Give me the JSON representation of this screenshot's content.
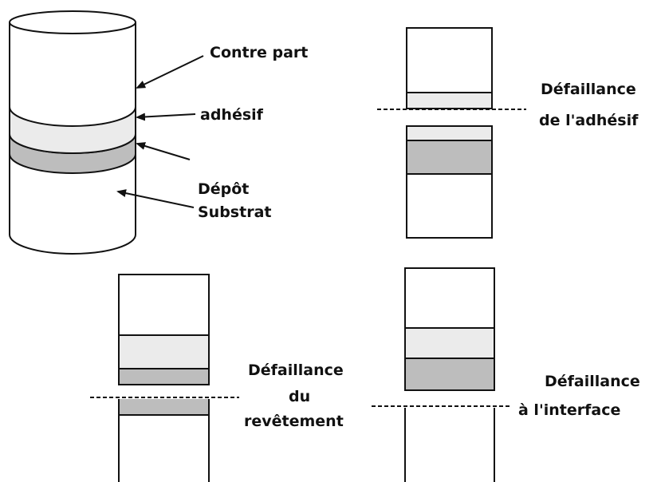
{
  "labels": {
    "contre_part": "Contre part",
    "adhesif": "adhésif",
    "depot": "Dépôt",
    "substrat": "Substrat",
    "adhesive_failure_1": "Défaillance",
    "adhesive_failure_2": "de l'adhésif",
    "coating_failure_1": "Défaillance",
    "coating_failure_2": "du",
    "coating_failure_3": "revêtement",
    "interface_failure_1": "Défaillance",
    "interface_failure_2": "à l'interface"
  },
  "colors": {
    "adhesive_fill": "#ebebeb",
    "deposit_fill": "#bdbdbd",
    "outline": "#111111",
    "background": "#ffffff"
  }
}
